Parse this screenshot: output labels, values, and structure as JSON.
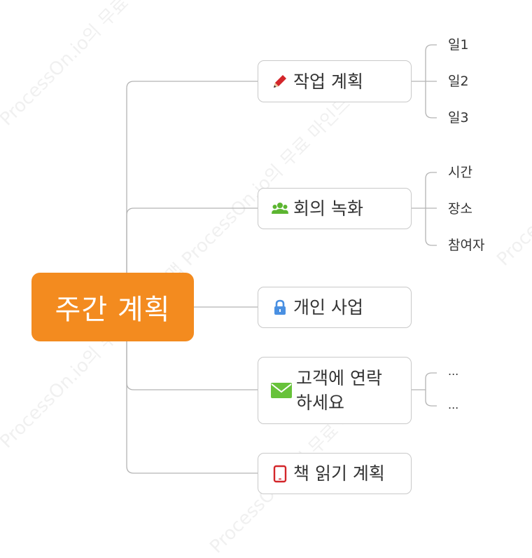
{
  "watermark": {
    "text": "ProcessOn.io의 무료 마인드 맵"
  },
  "root": {
    "label": "주간 계획",
    "color": "#f38b1f"
  },
  "topics": [
    {
      "label": "작업 계획",
      "icon": "pencil-icon",
      "children": [
        "일1",
        "일2",
        "일3"
      ]
    },
    {
      "label": "회의 녹화",
      "icon": "people-icon",
      "children": [
        "시간",
        "장소",
        "참여자"
      ]
    },
    {
      "label": "개인 사업",
      "icon": "lock-icon",
      "children": []
    },
    {
      "label_line1": "고객에 연락",
      "label_line2": "하세요",
      "icon": "mail-icon",
      "children": [
        "...",
        "..."
      ]
    },
    {
      "label": "책 읽기 계획",
      "icon": "tablet-icon",
      "children": []
    }
  ],
  "colors": {
    "line": "#b4b4b4",
    "pencil": "#d3262a",
    "people": "#5cb531",
    "lock": "#4a90e2",
    "mail": "#67c23a",
    "tablet": "#d3262a"
  }
}
